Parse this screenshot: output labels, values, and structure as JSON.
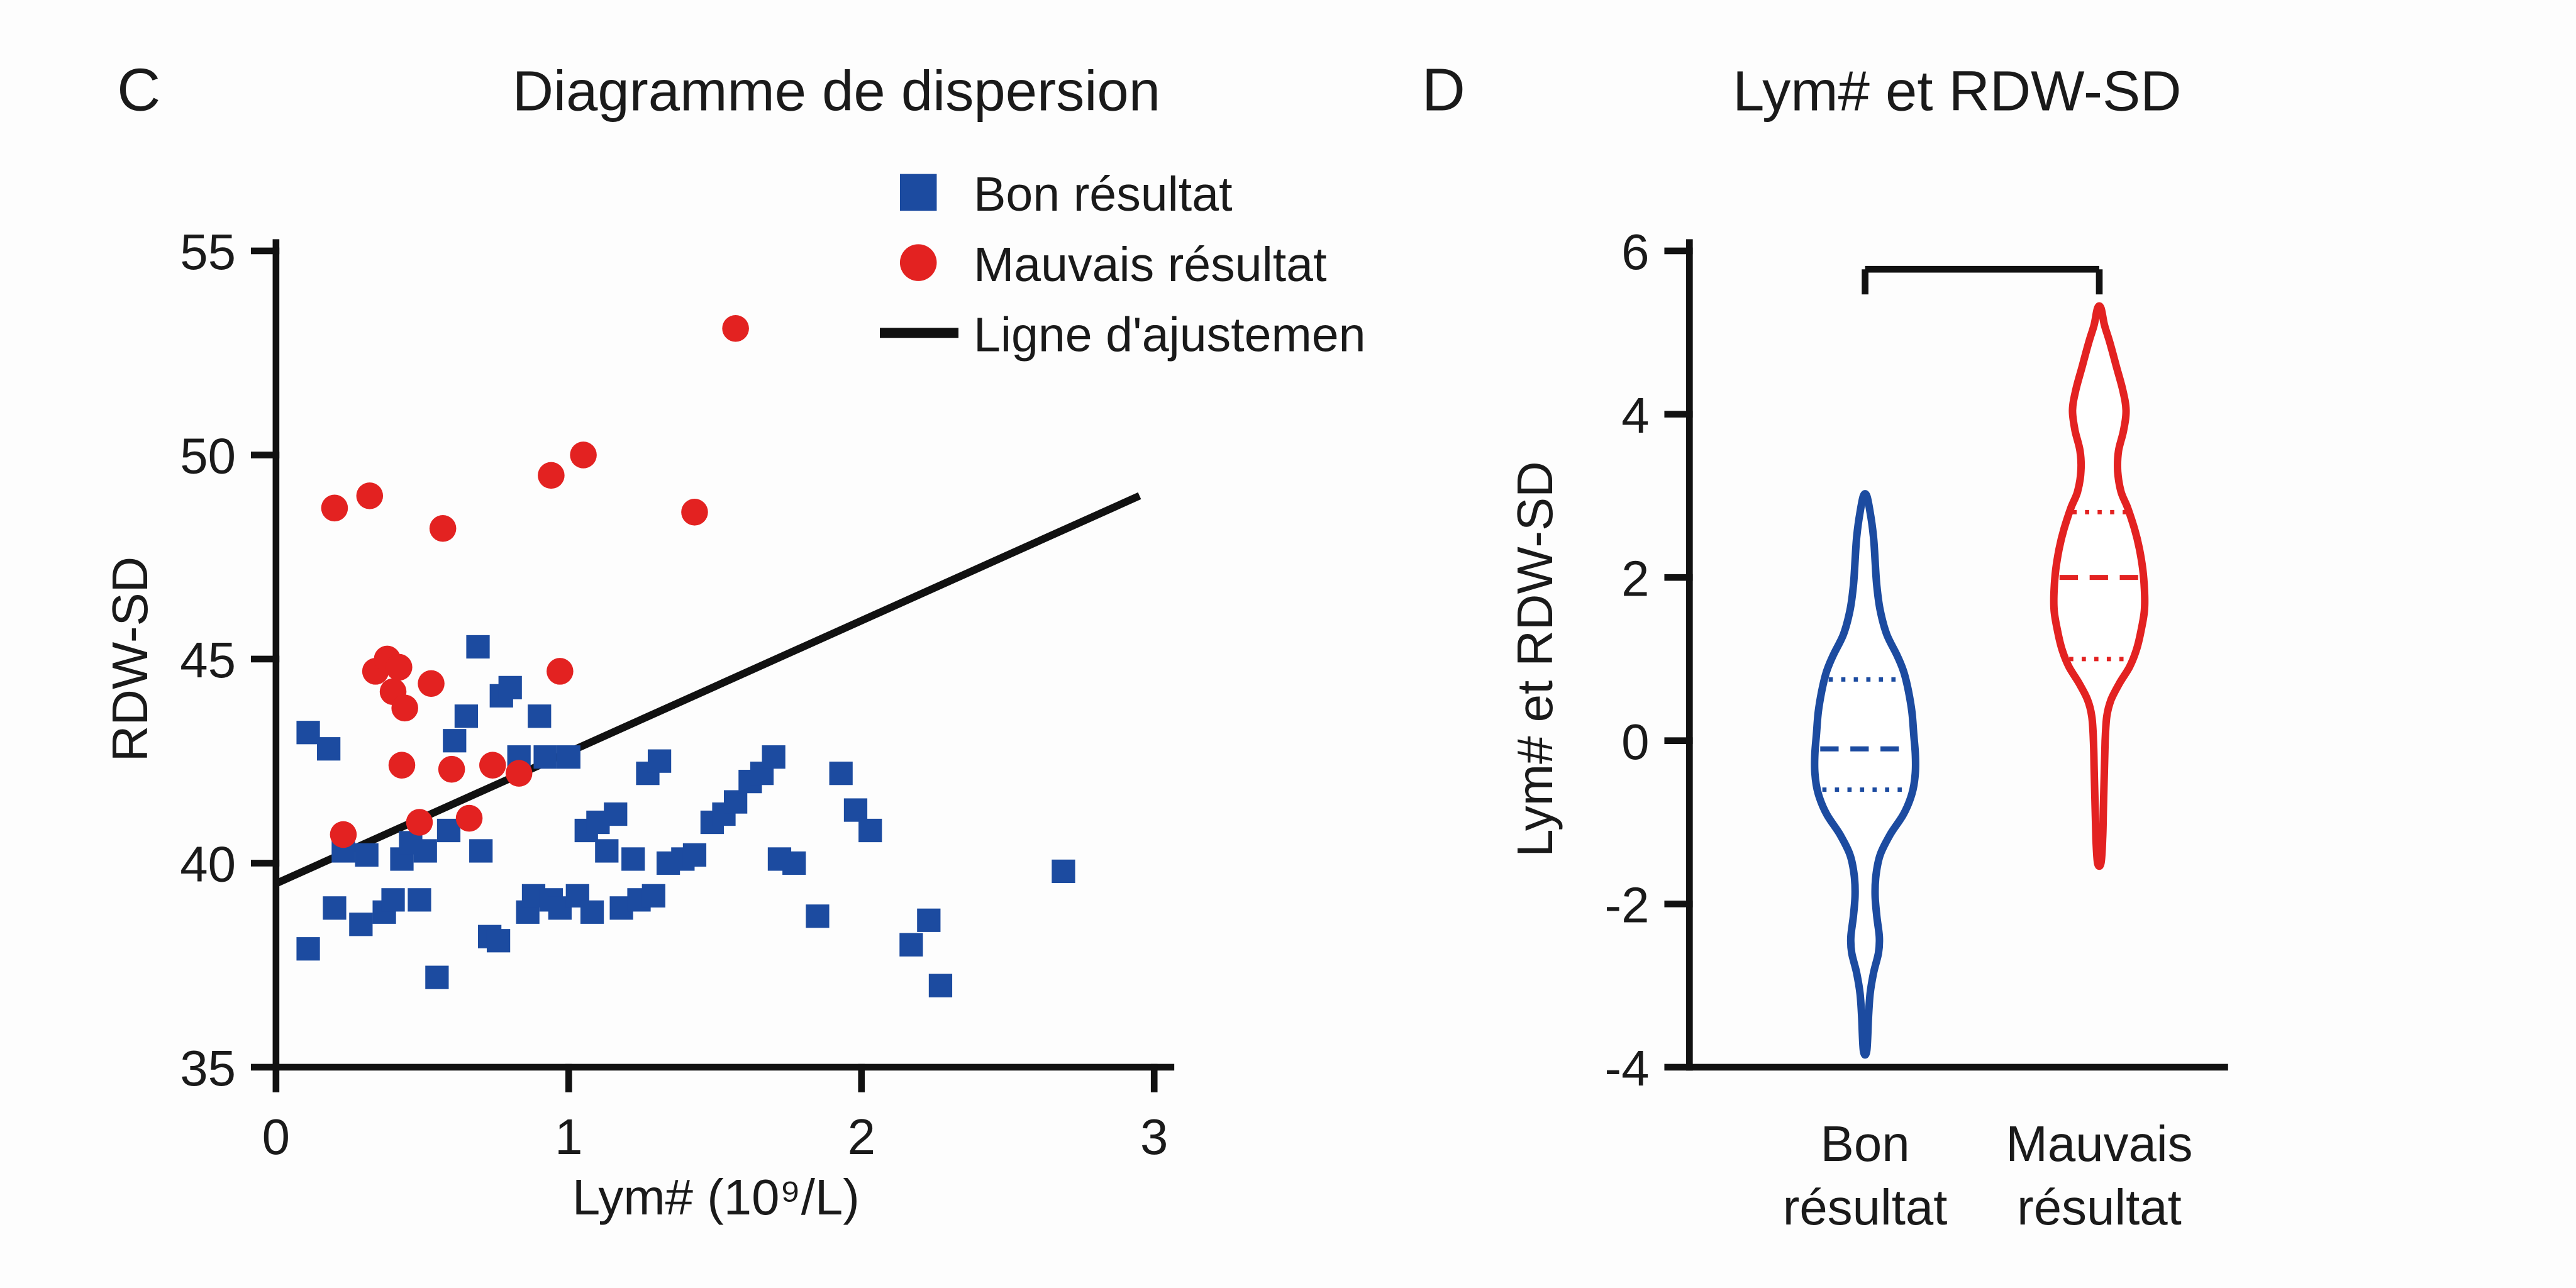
{
  "colors": {
    "good": "#1c4ba0",
    "bad": "#e32221",
    "axis": "#111111",
    "text": "#1a1a1a",
    "background": "#fdfdfd"
  },
  "panels": {
    "scatter": {
      "panel_letter": "C",
      "title": "Diagramme de dispersion",
      "xlabel": "Lym# (10⁹/L)",
      "ylabel": "RDW-SD",
      "legend": [
        {
          "label": "Bon résultat",
          "marker": "square",
          "color": "#1c4ba0"
        },
        {
          "label": "Mauvais résultat",
          "marker": "circle",
          "color": "#e32221"
        },
        {
          "label": "Ligne d'ajustemen",
          "marker": "line",
          "color": "#111111"
        }
      ]
    },
    "violin": {
      "panel_letter": "D",
      "title": "Lym# et RDW-SD",
      "ylabel": "Lym# et RDW-SD",
      "categories_display": [
        [
          "Bon",
          "résultat"
        ],
        [
          "Mauvais",
          "résultat"
        ]
      ]
    }
  },
  "chart_data": [
    {
      "type": "scatter",
      "title": "Diagramme de dispersion",
      "xlabel": "Lym# (10⁹/L)",
      "ylabel": "RDW-SD",
      "xlim": [
        0,
        3
      ],
      "ylim": [
        35,
        55
      ],
      "xticks": [
        0,
        1,
        2,
        3
      ],
      "yticks": [
        35,
        40,
        45,
        50,
        55
      ],
      "grid": false,
      "legend_position": "upper right",
      "series": [
        {
          "name": "Bon résultat",
          "marker": "square",
          "color": "#1c4ba0",
          "points": [
            [
              0.11,
              43.2
            ],
            [
              0.18,
              42.8
            ],
            [
              0.11,
              37.9
            ],
            [
              0.2,
              38.9
            ],
            [
              0.23,
              40.3
            ],
            [
              0.29,
              38.5
            ],
            [
              0.31,
              40.2
            ],
            [
              0.37,
              38.8
            ],
            [
              0.4,
              39.1
            ],
            [
              0.43,
              40.1
            ],
            [
              0.46,
              40.5
            ],
            [
              0.49,
              39.1
            ],
            [
              0.51,
              40.3
            ],
            [
              0.55,
              37.2
            ],
            [
              0.59,
              40.8
            ],
            [
              0.61,
              43.0
            ],
            [
              0.65,
              43.6
            ],
            [
              0.69,
              45.3
            ],
            [
              0.7,
              40.3
            ],
            [
              0.73,
              38.2
            ],
            [
              0.76,
              38.1
            ],
            [
              0.77,
              44.1
            ],
            [
              0.8,
              44.3
            ],
            [
              0.83,
              42.6
            ],
            [
              0.86,
              38.8
            ],
            [
              0.88,
              39.2
            ],
            [
              0.9,
              43.6
            ],
            [
              0.92,
              42.6
            ],
            [
              0.94,
              39.1
            ],
            [
              0.97,
              38.9
            ],
            [
              1.0,
              42.6
            ],
            [
              1.03,
              39.2
            ],
            [
              1.06,
              40.8
            ],
            [
              1.08,
              38.8
            ],
            [
              1.1,
              41.0
            ],
            [
              1.13,
              40.3
            ],
            [
              1.16,
              41.2
            ],
            [
              1.18,
              38.9
            ],
            [
              1.22,
              40.1
            ],
            [
              1.24,
              39.1
            ],
            [
              1.27,
              42.2
            ],
            [
              1.29,
              39.2
            ],
            [
              1.31,
              42.5
            ],
            [
              1.34,
              40.0
            ],
            [
              1.39,
              40.1
            ],
            [
              1.43,
              40.2
            ],
            [
              1.49,
              41.0
            ],
            [
              1.53,
              41.2
            ],
            [
              1.57,
              41.5
            ],
            [
              1.62,
              42.0
            ],
            [
              1.66,
              42.2
            ],
            [
              1.7,
              42.6
            ],
            [
              1.72,
              40.1
            ],
            [
              1.77,
              40.0
            ],
            [
              1.85,
              38.7
            ],
            [
              1.93,
              42.2
            ],
            [
              1.98,
              41.3
            ],
            [
              2.03,
              40.8
            ],
            [
              2.17,
              38.0
            ],
            [
              2.23,
              38.6
            ],
            [
              2.27,
              37.0
            ],
            [
              2.69,
              39.8
            ]
          ]
        },
        {
          "name": "Mauvais résultat",
          "marker": "circle",
          "color": "#e32221",
          "points": [
            [
              0.2,
              48.7
            ],
            [
              0.32,
              49.0
            ],
            [
              0.23,
              40.7
            ],
            [
              0.34,
              44.7
            ],
            [
              0.38,
              45.0
            ],
            [
              0.4,
              44.2
            ],
            [
              0.42,
              44.8
            ],
            [
              0.44,
              43.8
            ],
            [
              0.43,
              42.4
            ],
            [
              0.49,
              41.0
            ],
            [
              0.53,
              44.4
            ],
            [
              0.57,
              48.2
            ],
            [
              0.6,
              42.3
            ],
            [
              0.66,
              41.1
            ],
            [
              0.74,
              42.4
            ],
            [
              0.83,
              42.2
            ],
            [
              0.94,
              49.5
            ],
            [
              0.97,
              44.7
            ],
            [
              1.05,
              50.0
            ],
            [
              1.43,
              48.6
            ],
            [
              1.57,
              53.1
            ]
          ]
        }
      ],
      "fit_line": {
        "label": "Ligne d'ajustemen",
        "color": "#111111",
        "x": [
          0.0,
          2.95
        ],
        "y": [
          39.5,
          49.0
        ]
      }
    },
    {
      "type": "violin",
      "title": "Lym# et RDW-SD",
      "ylabel": "Lym# et RDW-SD",
      "ylim": [
        -4,
        6
      ],
      "yticks": [
        -4,
        -2,
        0,
        2,
        4,
        6
      ],
      "categories": [
        "Bon résultat",
        "Mauvais résultat"
      ],
      "significance_bracket": {
        "between": [
          0,
          1
        ],
        "label": ""
      },
      "series": [
        {
          "name": "Bon résultat",
          "color": "#1c4ba0",
          "range": [
            -3.8,
            3.0
          ],
          "median": -0.1,
          "q1": -0.6,
          "q3": 0.75,
          "profile": [
            [
              3.0,
              1
            ],
            [
              2.8,
              3
            ],
            [
              2.5,
              5
            ],
            [
              2.2,
              6
            ],
            [
              1.9,
              7
            ],
            [
              1.6,
              9
            ],
            [
              1.3,
              13
            ],
            [
              1.05,
              19
            ],
            [
              0.85,
              23
            ],
            [
              0.6,
              26
            ],
            [
              0.35,
              28
            ],
            [
              0.1,
              29
            ],
            [
              -0.15,
              30
            ],
            [
              -0.4,
              30
            ],
            [
              -0.65,
              28
            ],
            [
              -0.9,
              23
            ],
            [
              -1.15,
              15
            ],
            [
              -1.4,
              9
            ],
            [
              -1.65,
              6.5
            ],
            [
              -1.9,
              6
            ],
            [
              -2.15,
              7
            ],
            [
              -2.4,
              8.5
            ],
            [
              -2.6,
              8
            ],
            [
              -2.85,
              5
            ],
            [
              -3.1,
              3
            ],
            [
              -3.4,
              2
            ],
            [
              -3.8,
              1
            ]
          ]
        },
        {
          "name": "Mauvais résultat",
          "color": "#e32221",
          "range": [
            -1.5,
            5.3
          ],
          "median": 2.0,
          "q1": 1.0,
          "q3": 2.8,
          "profile": [
            [
              5.3,
              1
            ],
            [
              5.1,
              3
            ],
            [
              4.9,
              6
            ],
            [
              4.6,
              10
            ],
            [
              4.3,
              14
            ],
            [
              4.05,
              16
            ],
            [
              3.8,
              14.5
            ],
            [
              3.55,
              11.5
            ],
            [
              3.3,
              11
            ],
            [
              3.05,
              13
            ],
            [
              2.85,
              17
            ],
            [
              2.6,
              21
            ],
            [
              2.35,
              24
            ],
            [
              2.1,
              26
            ],
            [
              1.85,
              27
            ],
            [
              1.6,
              27
            ],
            [
              1.35,
              25
            ],
            [
              1.1,
              22
            ],
            [
              0.9,
              18
            ],
            [
              0.7,
              12
            ],
            [
              0.5,
              7
            ],
            [
              0.3,
              4.5
            ],
            [
              0.0,
              3.5
            ],
            [
              -0.4,
              3
            ],
            [
              -0.8,
              2.5
            ],
            [
              -1.2,
              2
            ],
            [
              -1.5,
              1
            ]
          ]
        }
      ]
    }
  ]
}
